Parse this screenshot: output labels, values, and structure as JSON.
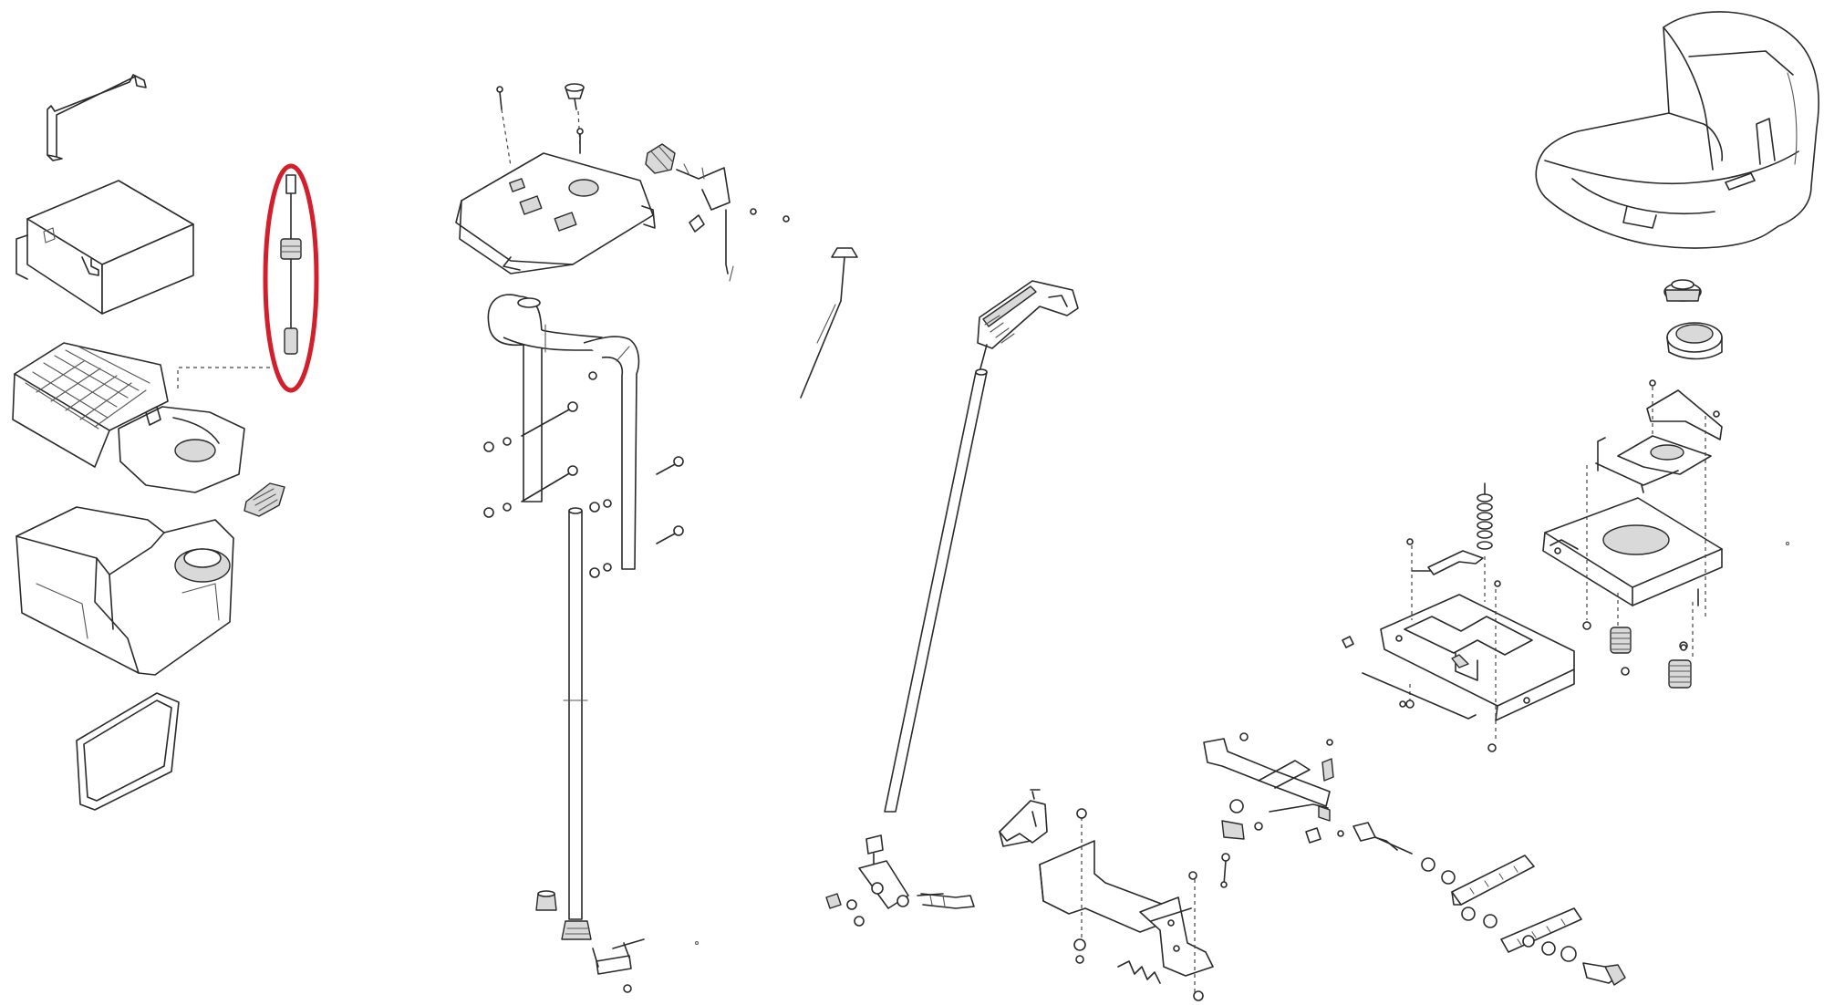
{
  "diagram": {
    "type": "exploded-parts-diagram",
    "highlight_color": "#d21f2b",
    "line_color": "#2a2a2a",
    "background": "#ffffff",
    "highlighted_part": "fuel-line-filter-assembly",
    "groups": [
      "fuel-tank-group",
      "steering-column-group",
      "control-lever-group",
      "seat-group",
      "linkage-group"
    ]
  }
}
